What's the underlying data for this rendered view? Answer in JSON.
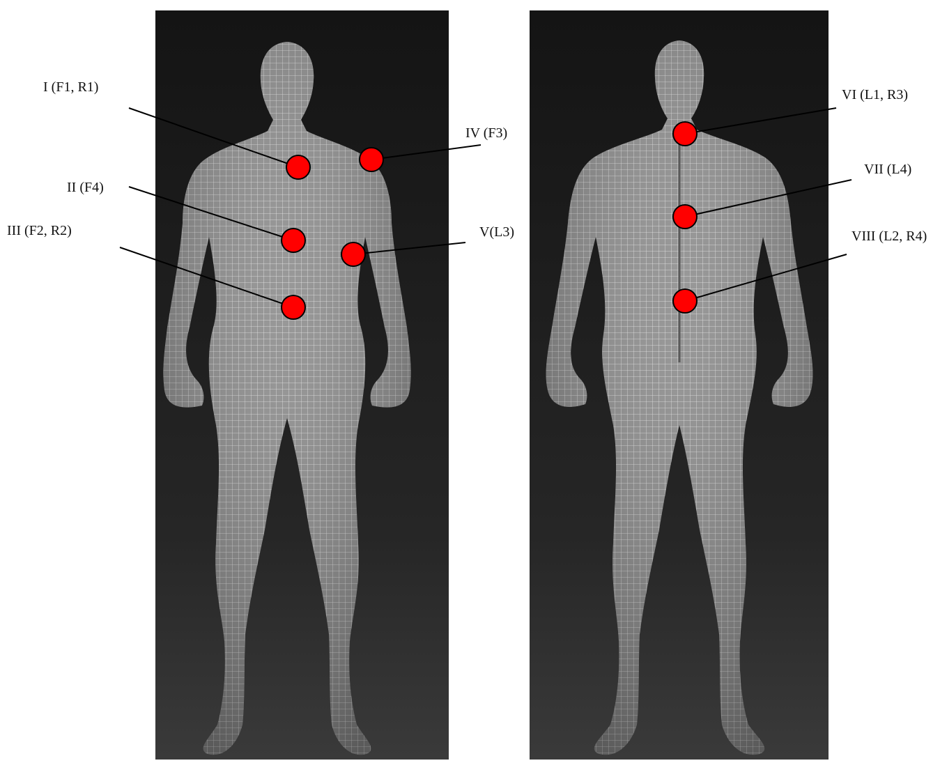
{
  "panels": [
    {
      "id": "front",
      "figure": "front-view-mesh-body"
    },
    {
      "id": "back",
      "figure": "back-view-mesh-body"
    }
  ],
  "markers": [
    {
      "id": "I",
      "label": "I (F1,  R1)",
      "view": "front"
    },
    {
      "id": "II",
      "label": "II (F4)",
      "view": "front"
    },
    {
      "id": "III",
      "label": "III  (F2,  R2)",
      "view": "front"
    },
    {
      "id": "IV",
      "label": "IV (F3)",
      "view": "front"
    },
    {
      "id": "V",
      "label": "V(L3)",
      "view": "front"
    },
    {
      "id": "VI",
      "label": "VI (L1,  R3)",
      "view": "back"
    },
    {
      "id": "VII",
      "label": "VII  (L4)",
      "view": "back"
    },
    {
      "id": "VIII",
      "label": "VIII  (L2,  R4)",
      "view": "back"
    }
  ],
  "colors": {
    "panel_bg": "#1b1b1b",
    "mesh_body": "#8a8a8a",
    "mesh_lines": "#e6e6e6",
    "marker_fill": "#ff0000",
    "marker_stroke": "#000000",
    "leader": "#000000"
  }
}
